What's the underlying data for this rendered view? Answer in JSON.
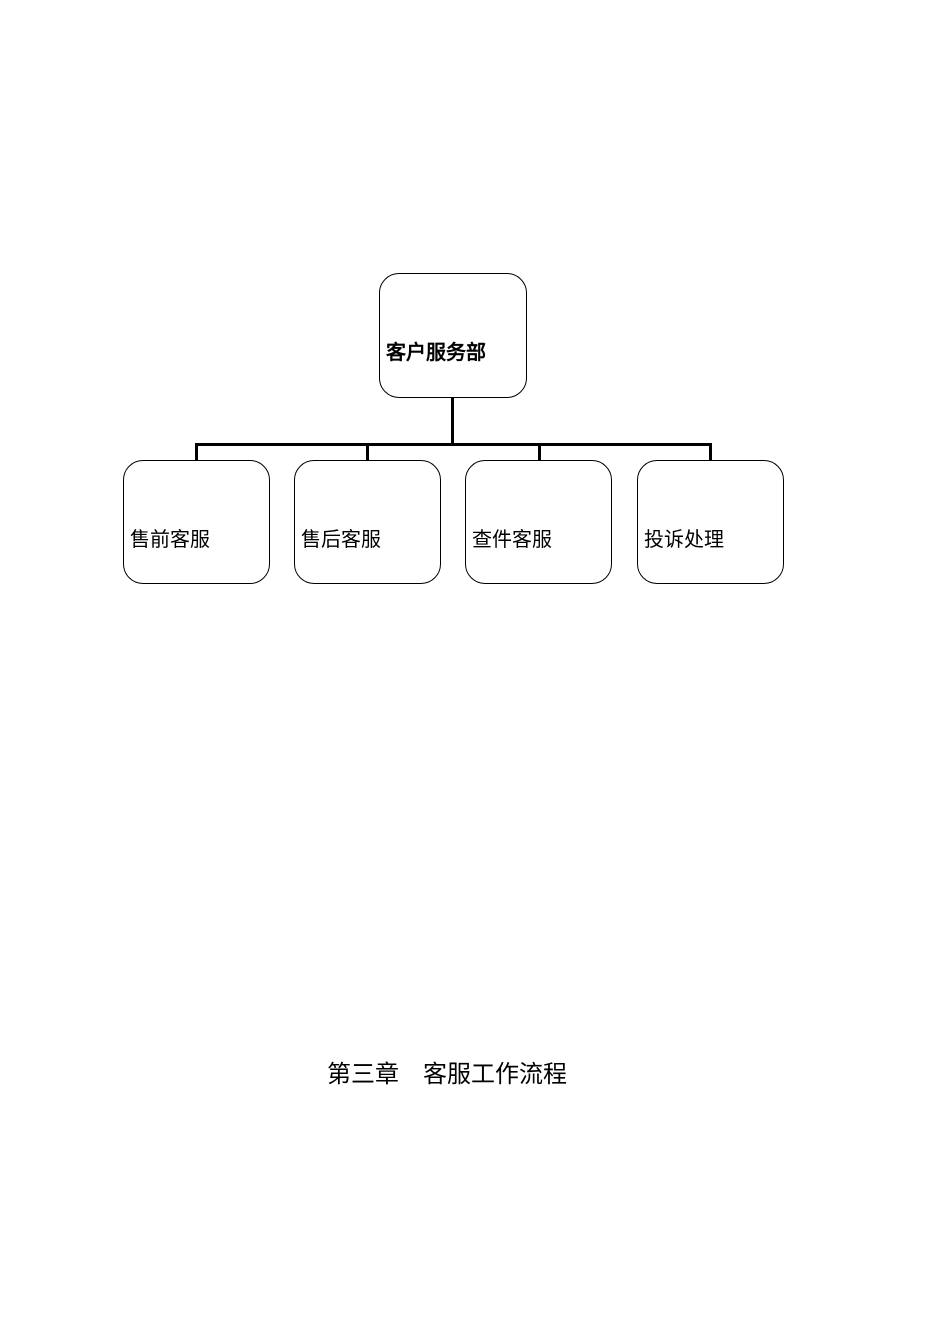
{
  "org_chart": {
    "root": "客户服务部",
    "children": [
      "售前客服",
      "售后客服",
      "查件客服",
      "投诉处理"
    ]
  },
  "chapter_heading": "第三章　客服工作流程"
}
